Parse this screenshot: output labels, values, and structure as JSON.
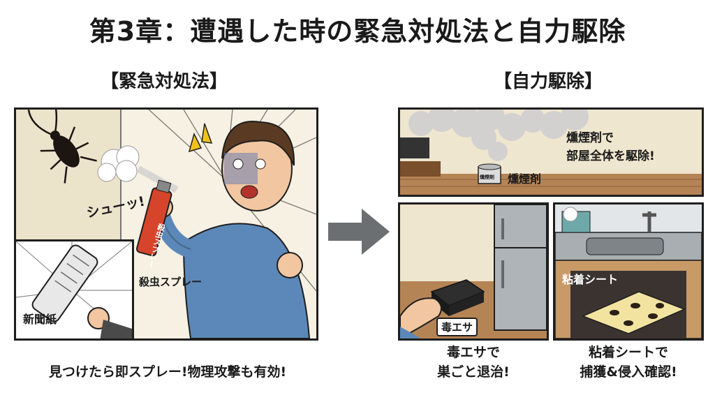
{
  "title": "第3章：遭遇した時の緊急対処法と自力駆除",
  "sections": {
    "emergency": {
      "heading": "【緊急対処法】",
      "sfx": "シューッ!",
      "can_text": "殺虫スプレー",
      "spray_label": "殺虫スプレー",
      "newspaper_label": "新聞紙",
      "caption": "見つけたら即スプレー!物理攻撃も有効!"
    },
    "self_removal": {
      "heading": "【自力駆除】",
      "fogger": {
        "device_text": "燻煙剤",
        "label": "燻煙剤",
        "note_line1": "燻煙剤で",
        "note_line2": "部屋全体を駆除!"
      },
      "bait": {
        "label": "毒エサ",
        "caption_line1": "毒エサで",
        "caption_line2": "巣ごと退治!"
      },
      "trap": {
        "label": "粘着シート",
        "caption_line1": "粘着シートで",
        "caption_line2": "捕獲&侵入確認!"
      }
    }
  },
  "colors": {
    "arrow": "#6b6f72",
    "shirt": "#5b88b8",
    "wall": "#efe6cf",
    "floor": "#b58455",
    "can": "#d6452b"
  }
}
